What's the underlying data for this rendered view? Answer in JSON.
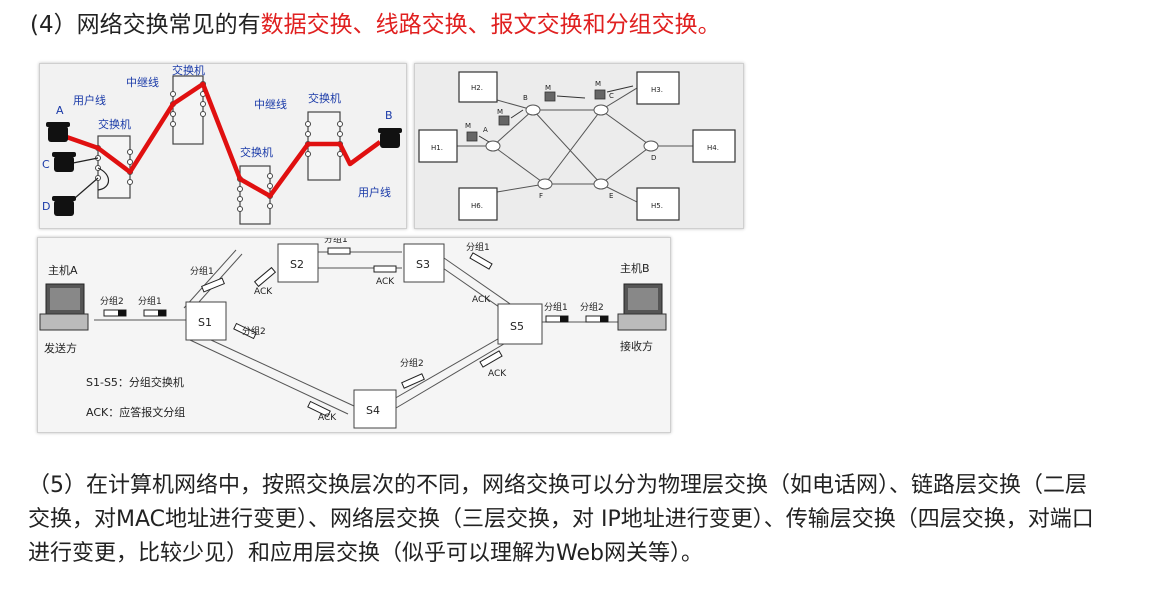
{
  "heading": {
    "prefix": "(4）网络交换常见的有",
    "highlight": "数据交换、线路交换、报文交换和分组交换。"
  },
  "figure1": {
    "label_A": "A",
    "label_B": "B",
    "label_C": "C",
    "label_D": "D",
    "user_line_left": "用户线",
    "user_line_right": "用户线",
    "relay_line_1": "中继线",
    "relay_line_2": "中继线",
    "switch_1": "交换机",
    "switch_2": "交换机",
    "switch_3": "交换机",
    "switch_4": "交换机"
  },
  "figure2": {
    "nodes": {
      "H1": "H1.",
      "H2": "H2.",
      "H3": "H3.",
      "H4": "H4.",
      "H5": "H5.",
      "H6": "H6."
    },
    "switch_labels": {
      "A": "A",
      "B": "B",
      "C": "C",
      "D": "D",
      "E": "E",
      "F": "F"
    },
    "messages": [
      "M",
      "M",
      "M",
      "M"
    ]
  },
  "figure3": {
    "host_a": "主机A",
    "host_b": "主机B",
    "sender": "发送方",
    "receiver": "接收方",
    "switches": [
      "S1",
      "S2",
      "S3",
      "S4",
      "S5"
    ],
    "packet1": "分组1",
    "packet2": "分组2",
    "ack": "ACK",
    "legend_switches": "S1-S5：分组交换机",
    "legend_ack": "ACK：应答报文分组"
  },
  "paragraph": "（5）在计算机网络中，按照交换层次的不同，网络交换可以分为物理层交换（如电话网）、链路层交换（二层交换，对MAC地址进行变更）、网络层交换（三层交换，对 IP地址进行变更）、传输层交换（四层交换，对端口进行变更，比较少见）和应用层交换（似乎可以理解为Web网关等）。"
}
